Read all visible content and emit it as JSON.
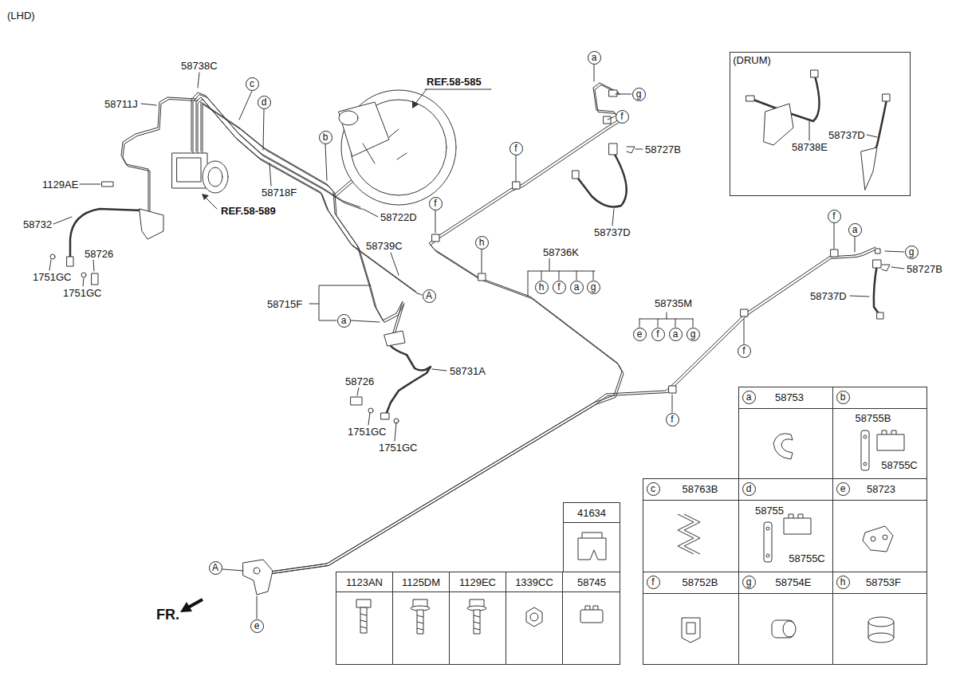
{
  "diagram": {
    "nodes": [
      {
        "text": [
          "(DRUM)"
        ]
      },
      {
        "text": [
          "a"
        ]
      },
      {
        "text": [
          "c"
        ]
      },
      {
        "text": [
          "g"
        ]
      },
      {
        "text": [
          "d"
        ]
      },
      {
        "text": [
          "f"
        ]
      },
      {
        "text": [
          "b"
        ]
      },
      {
        "text": [
          "f"
        ]
      },
      {
        "text": [
          "f"
        ]
      },
      {
        "text": [
          "f"
        ]
      },
      {
        "text": [
          "a"
        ]
      },
      {
        "text": [
          "h"
        ]
      },
      {
        "text": [
          "g"
        ]
      },
      {
        "text": [
          "A"
        ]
      },
      {
        "text": [
          "a"
        ]
      },
      {
        "text": [
          "h"
        ]
      },
      {
        "text": [
          "f"
        ]
      },
      {
        "text": [
          "a"
        ]
      },
      {
        "text": [
          "g"
        ]
      },
      {
        "text": [
          "e"
        ]
      },
      {
        "text": [
          "f"
        ]
      },
      {
        "text": [
          "a"
        ]
      },
      {
        "text": [
          "g"
        ]
      },
      {
        "text": [
          "f"
        ]
      },
      {
        "text": [
          "f"
        ]
      },
      {
        "text": [
          "A"
        ]
      },
      {
        "text": [
          "e"
        ]
      },
      {
        "text": [
          "58753"
        ]
      },
      {
        "text": [
          "a"
        ],
        "in": 27
      },
      {
        "text": [
          "58755B",
          "58755C"
        ]
      },
      {
        "text": [
          "b"
        ],
        "in": 29
      },
      {
        "text": [
          "58763B"
        ]
      },
      {
        "text": [
          "c"
        ],
        "in": 31
      },
      {
        "text": [
          "58755",
          "58755C"
        ]
      },
      {
        "text": [
          "d"
        ],
        "in": 33
      },
      {
        "text": [
          "58723"
        ]
      },
      {
        "text": [
          "e"
        ],
        "in": 35
      },
      {
        "text": [
          "58752B"
        ]
      },
      {
        "text": [
          "f"
        ],
        "in": 37
      },
      {
        "text": [
          "58754E"
        ]
      },
      {
        "text": [
          "g"
        ],
        "in": 39
      },
      {
        "text": [
          "58753F"
        ]
      },
      {
        "text": [
          "h"
        ],
        "in": 41
      },
      {
        "text": [
          "41634"
        ]
      },
      {
        "text": [
          "1123AN"
        ]
      },
      {
        "text": [
          "1125DM"
        ]
      },
      {
        "text": [
          "1129EC"
        ]
      },
      {
        "text": [
          "1339CC"
        ]
      },
      {
        "text": [
          "58745"
        ]
      }
    ],
    "labels": [
      "(LHD)",
      "58738C",
      "58711J",
      "REF.58-585",
      "1129AE",
      "58718F",
      "REF.58-589",
      "58722D",
      "58732",
      "58726",
      "58739C",
      "1751GC",
      "1751GC",
      "58715F",
      "58731A",
      "58726",
      "1751GC",
      "1751GC",
      "58727B",
      "58737D",
      "58736K",
      "58735M",
      "58727B",
      "58737D",
      "58738E",
      "58737D",
      "FR."
    ]
  }
}
